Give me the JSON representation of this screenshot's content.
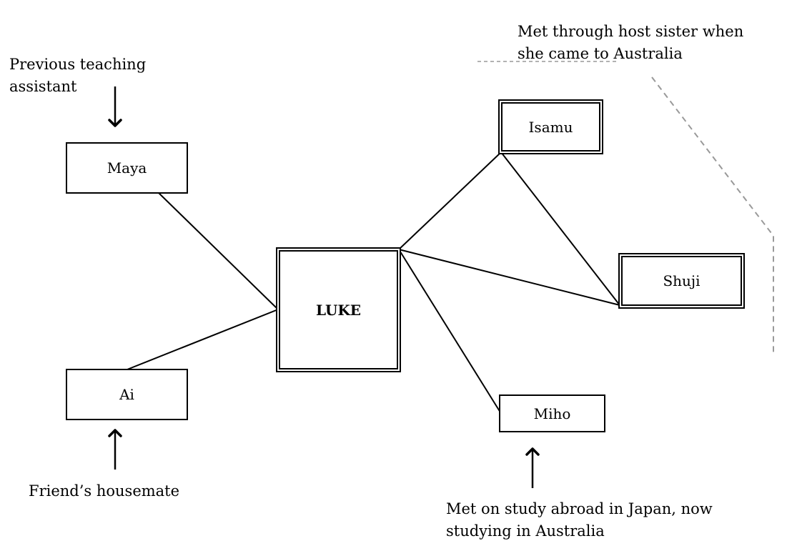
{
  "nodes": {
    "center": "LUKE",
    "maya": "Maya",
    "ai": "Ai",
    "isamu": "Isamu",
    "shuji": "Shuji",
    "miho": "Miho"
  },
  "notes": {
    "maya": [
      "Previous teaching",
      "assistant"
    ],
    "ai": [
      "Friend’s housemate"
    ],
    "miho": [
      "Met on study abroad in Japan, now",
      "studying in Australia"
    ],
    "isamu": [
      "Met through host sister when",
      "she came to Australia"
    ]
  },
  "colors": {
    "line": "#000000",
    "dashed": "#999999"
  }
}
